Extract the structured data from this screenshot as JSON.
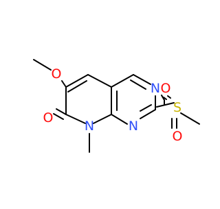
{
  "molecule": {
    "atoms": {
      "o_methoxy": "O",
      "o_carbonyl": "O",
      "n_ring": "N",
      "n_pyr_top": "N",
      "n_pyr_bottom": "N",
      "s_sulfonyl": "S",
      "o_sulfonyl_top": "O",
      "o_sulfonyl_bottom": "O"
    },
    "colors": {
      "oxygen": "#ff0d0d",
      "nitrogen": "#3050f8",
      "sulfur": "#c8b400",
      "bond": "#000000"
    }
  }
}
